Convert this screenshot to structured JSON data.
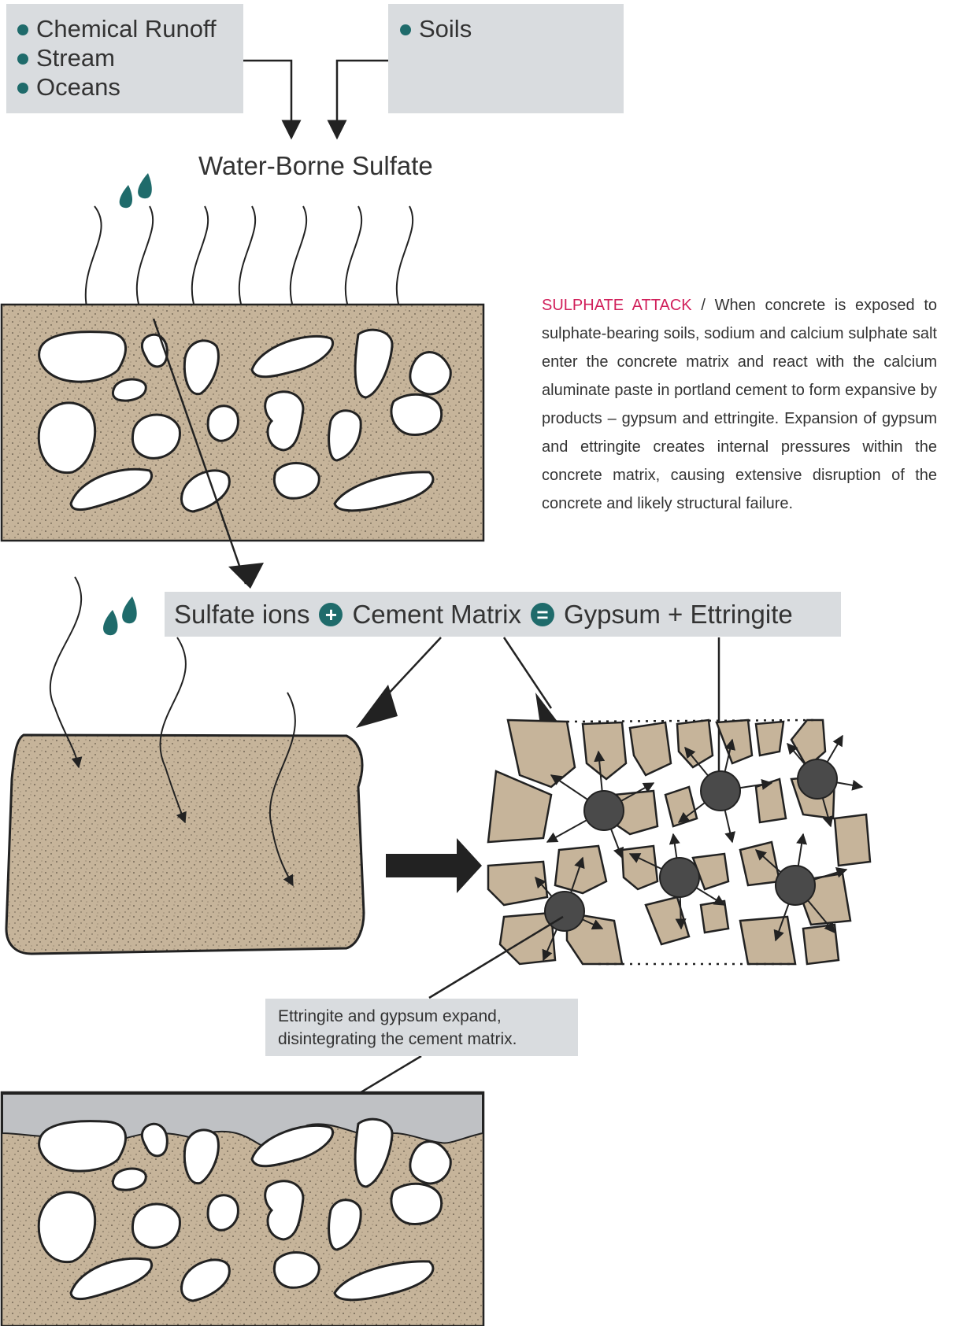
{
  "sources_left": [
    "Chemical Runoff",
    "Stream",
    "Oceans"
  ],
  "sources_right": [
    "Soils"
  ],
  "water_borne_label": "Water-Borne Sulfate",
  "description": {
    "highlight": "SULPHATE ATTACK",
    "separator": " / ",
    "text": "When concrete is exposed to sulphate-bearing soils, sodium and calcium sulphate salt enter the concrete matrix and react with the calcium aluminate paste in portland cement to form expansive by products – gypsum and ettringite. Expansion of gypsum and ettringite creates internal pressures within the concrete matrix, causing extensive disruption of the concrete and likely structural failure."
  },
  "equation": {
    "term1": "Sulfate ions",
    "term2": "Cement Matrix",
    "result": "Gypsum + Ettringite"
  },
  "note": "Ettringite and gypsum expand, disintegrating the cement matrix.",
  "colors": {
    "concrete": "#c6b49a",
    "teal": "#1f6b6b",
    "box": "#d9dcdf",
    "accent": "#d11f5a",
    "node": "#4a4a4a",
    "surface": "#bfc1c4"
  }
}
